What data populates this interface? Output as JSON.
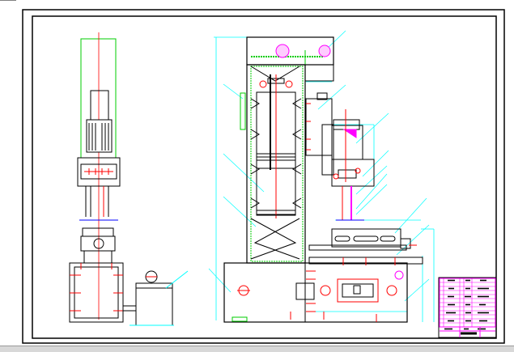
{
  "colors": {
    "frame": "#000000",
    "outline": "#000000",
    "centerline": "#ff0000",
    "leader": "#00ffff",
    "hatching": "#00cc00",
    "titleblock": "#ff00ff",
    "baseline": "#0000ff"
  },
  "views": [
    "side-view",
    "front-view",
    "title-block"
  ]
}
